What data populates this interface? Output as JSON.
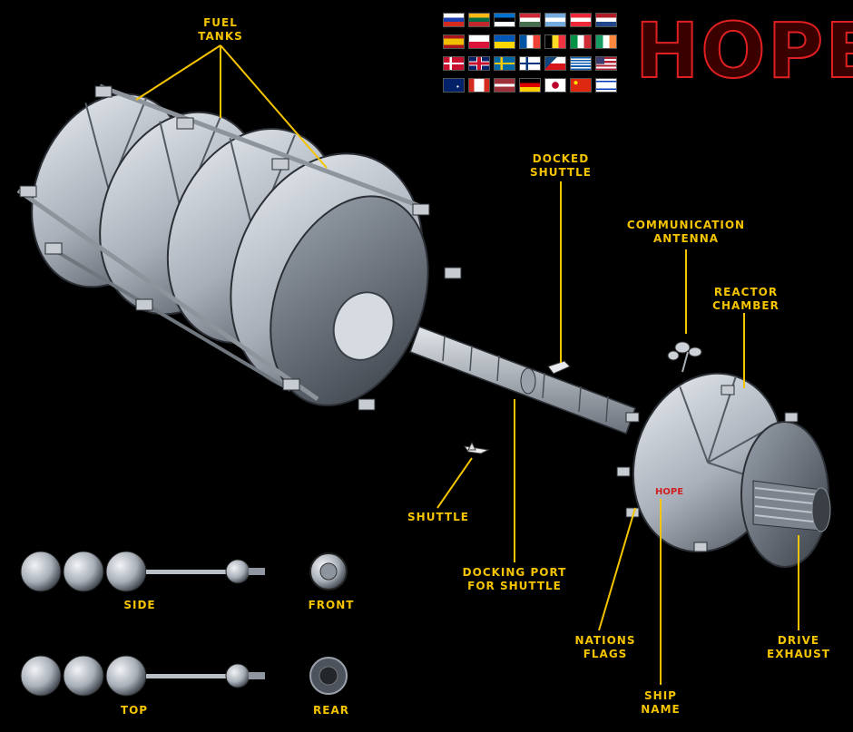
{
  "title": "HOPE",
  "labels": {
    "fuel_tanks": [
      "FUEL",
      "TANKS"
    ],
    "docked_shuttle": [
      "DOCKED",
      "SHUTTLE"
    ],
    "comm_antenna": [
      "COMMUNICATION",
      "ANTENNA"
    ],
    "reactor_chamber": [
      "REACTOR",
      "CHAMBER"
    ],
    "shuttle": [
      "SHUTTLE"
    ],
    "docking_port": [
      "DOCKING PORT",
      "FOR SHUTTLE"
    ],
    "nations_flags": [
      "NATIONS",
      "FLAGS"
    ],
    "ship_name": [
      "SHIP",
      "NAME"
    ],
    "drive_exhaust": [
      "DRIVE",
      "EXHAUST"
    ],
    "view_side": "SIDE",
    "view_front": "FRONT",
    "view_top": "TOP",
    "view_rear": "REAR"
  },
  "hull_name": "HOPE",
  "colors": {
    "label": "#f5c400",
    "leader_line": "#f5c400",
    "title_stroke": "#e02020",
    "hull": "#b8bec8",
    "background": "#000000"
  },
  "flags": [
    [
      "russia",
      "lithuania",
      "estonia",
      "hungary",
      "argentina",
      "austria",
      "netherlands"
    ],
    [
      "spain",
      "poland",
      "ukraine",
      "france",
      "belgium",
      "italy",
      "ireland"
    ],
    [
      "denmark",
      "united-kingdom",
      "sweden",
      "finland",
      "czechia",
      "greece",
      "usa"
    ],
    [
      "australia",
      "canada",
      "latvia",
      "germany",
      "japan",
      "china",
      "israel"
    ]
  ]
}
